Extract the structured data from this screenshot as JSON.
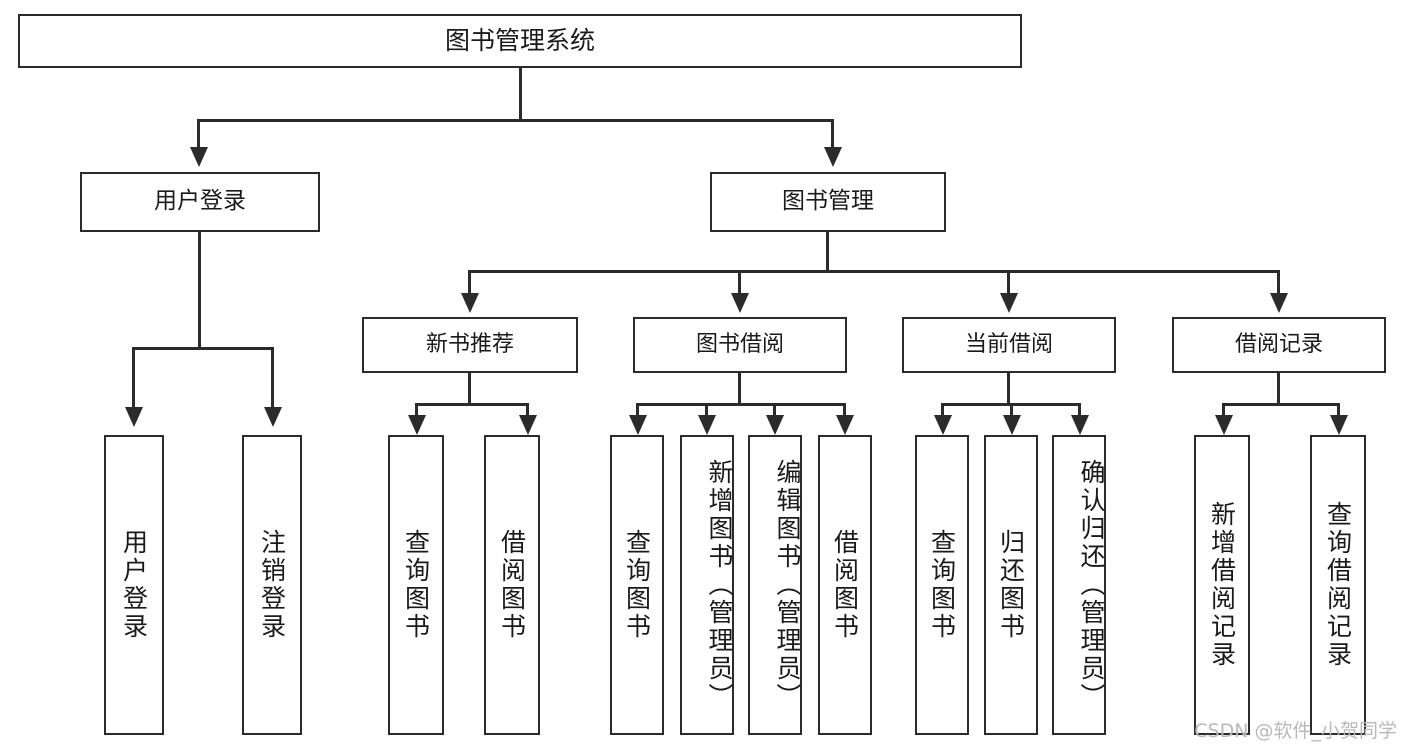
{
  "diagram": {
    "type": "tree",
    "title": "图书管理系统",
    "orientation": "top-down",
    "colors": {
      "box_border": "#2b2b2b",
      "box_fill": "#ffffff",
      "connector": "#2b2b2b",
      "watermark": "#b9b9b9",
      "background": "#ffffff"
    },
    "root": {
      "label": "图书管理系统"
    },
    "level2": [
      {
        "label": "用户登录"
      },
      {
        "label": "图书管理"
      }
    ],
    "level3": [
      {
        "label": "新书推荐"
      },
      {
        "label": "图书借阅"
      },
      {
        "label": "当前借阅"
      },
      {
        "label": "借阅记录"
      }
    ],
    "leaves": {
      "user_login": [
        {
          "label": "用户登录"
        },
        {
          "label": "注销登录"
        }
      ],
      "new_book_recommend": [
        {
          "label": "查询图书"
        },
        {
          "label": "借阅图书"
        }
      ],
      "book_borrow": [
        {
          "label": "查询图书"
        },
        {
          "label": "新增图书（管理员）"
        },
        {
          "label": "编辑图书（管理员）"
        },
        {
          "label": "借阅图书"
        }
      ],
      "current_borrow": [
        {
          "label": "查询图书"
        },
        {
          "label": "归还图书"
        },
        {
          "label": "确认归还（管理员）"
        }
      ],
      "borrow_record": [
        {
          "label": "新增借阅记录"
        },
        {
          "label": "查询借阅记录"
        }
      ]
    }
  },
  "watermark": {
    "text": "CSDN @软件_小贺同学"
  }
}
